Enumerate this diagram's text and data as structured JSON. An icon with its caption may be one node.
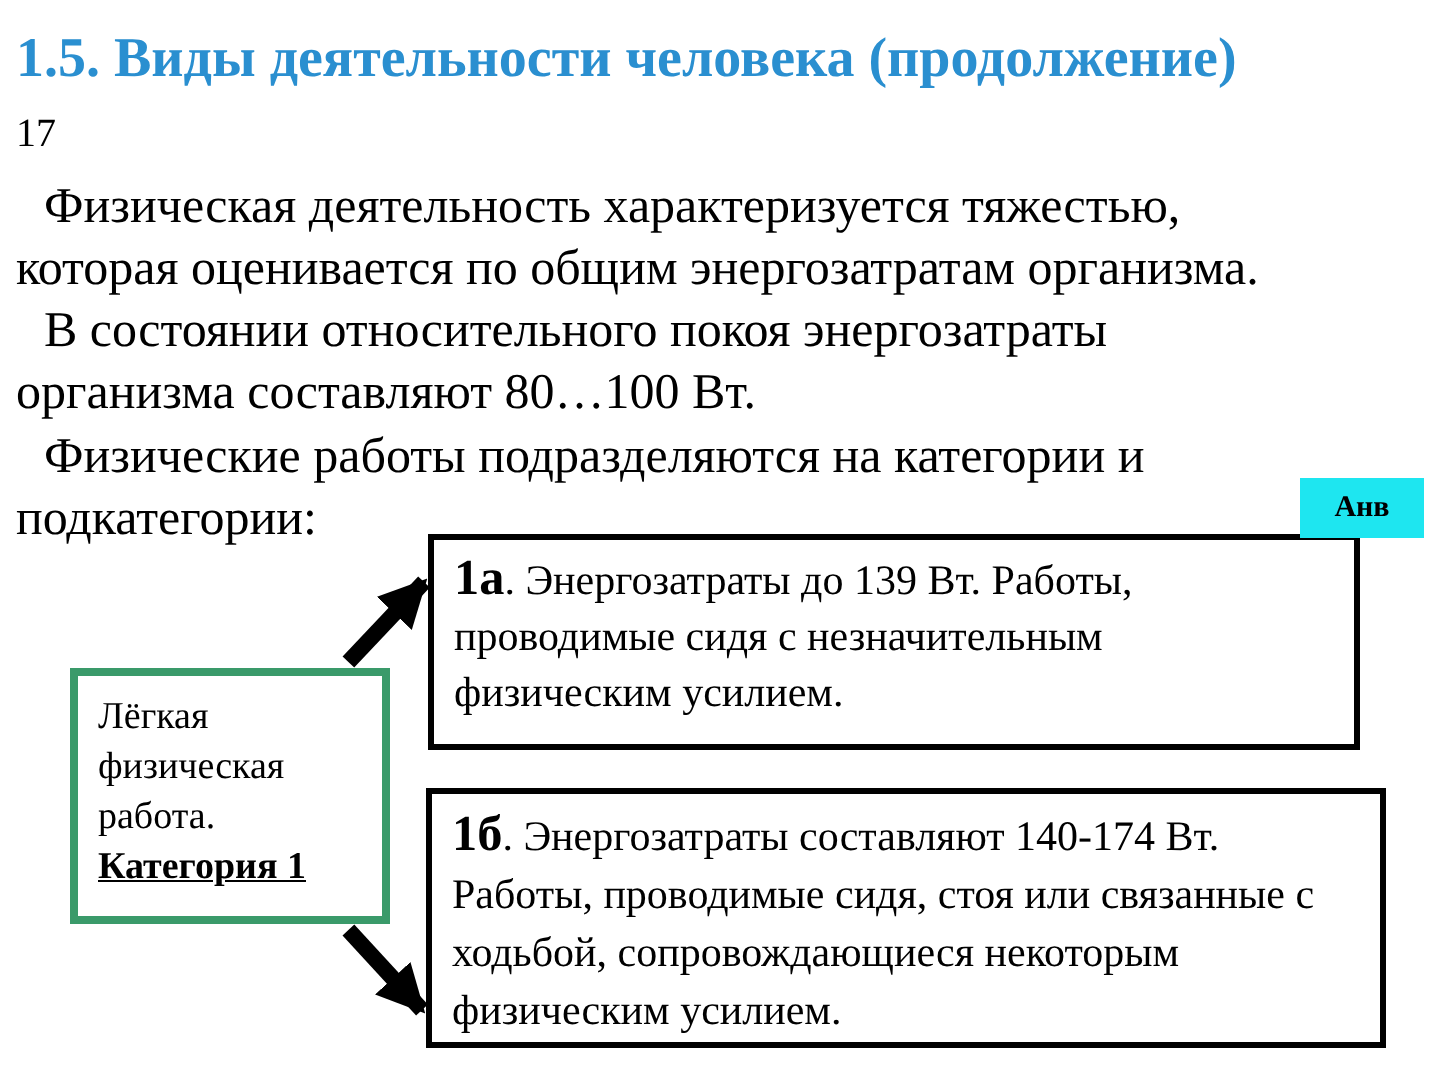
{
  "diagram": {
    "title": "1.5. Виды деятельности человека (продолжение)",
    "nodes": [
      {
        "text": [
          "Лёгкая физическая работа.",
          "Категория 1"
        ]
      },
      {
        "text": [
          "**1а**. Энергозатраты до 139 Вт. Работы, проводимые сидя с незначительным физическим усилием."
        ]
      },
      {
        "text": [
          "**1б**. Энергозатраты составляют 140-174 Вт. Работы, проводимые сидя, стоя или связанные с ходьбой, сопровождающиеся некоторым физическим усилием."
        ]
      },
      {
        "text": [
          "Анв"
        ]
      }
    ],
    "edges": [
      {
        "from": 0,
        "to": 1,
        "arrow": "to"
      },
      {
        "from": 0,
        "to": 2,
        "arrow": "to"
      }
    ],
    "labels": [
      "17",
      "Физическая деятельность характеризуется тяжестью, которая оценивается по общим энергозатратам организма.",
      "В состоянии относительного покоя энергозатраты организма составляют 80…100 Вт.",
      "Физические работы подразделяются на категории и подкатегории:"
    ]
  }
}
